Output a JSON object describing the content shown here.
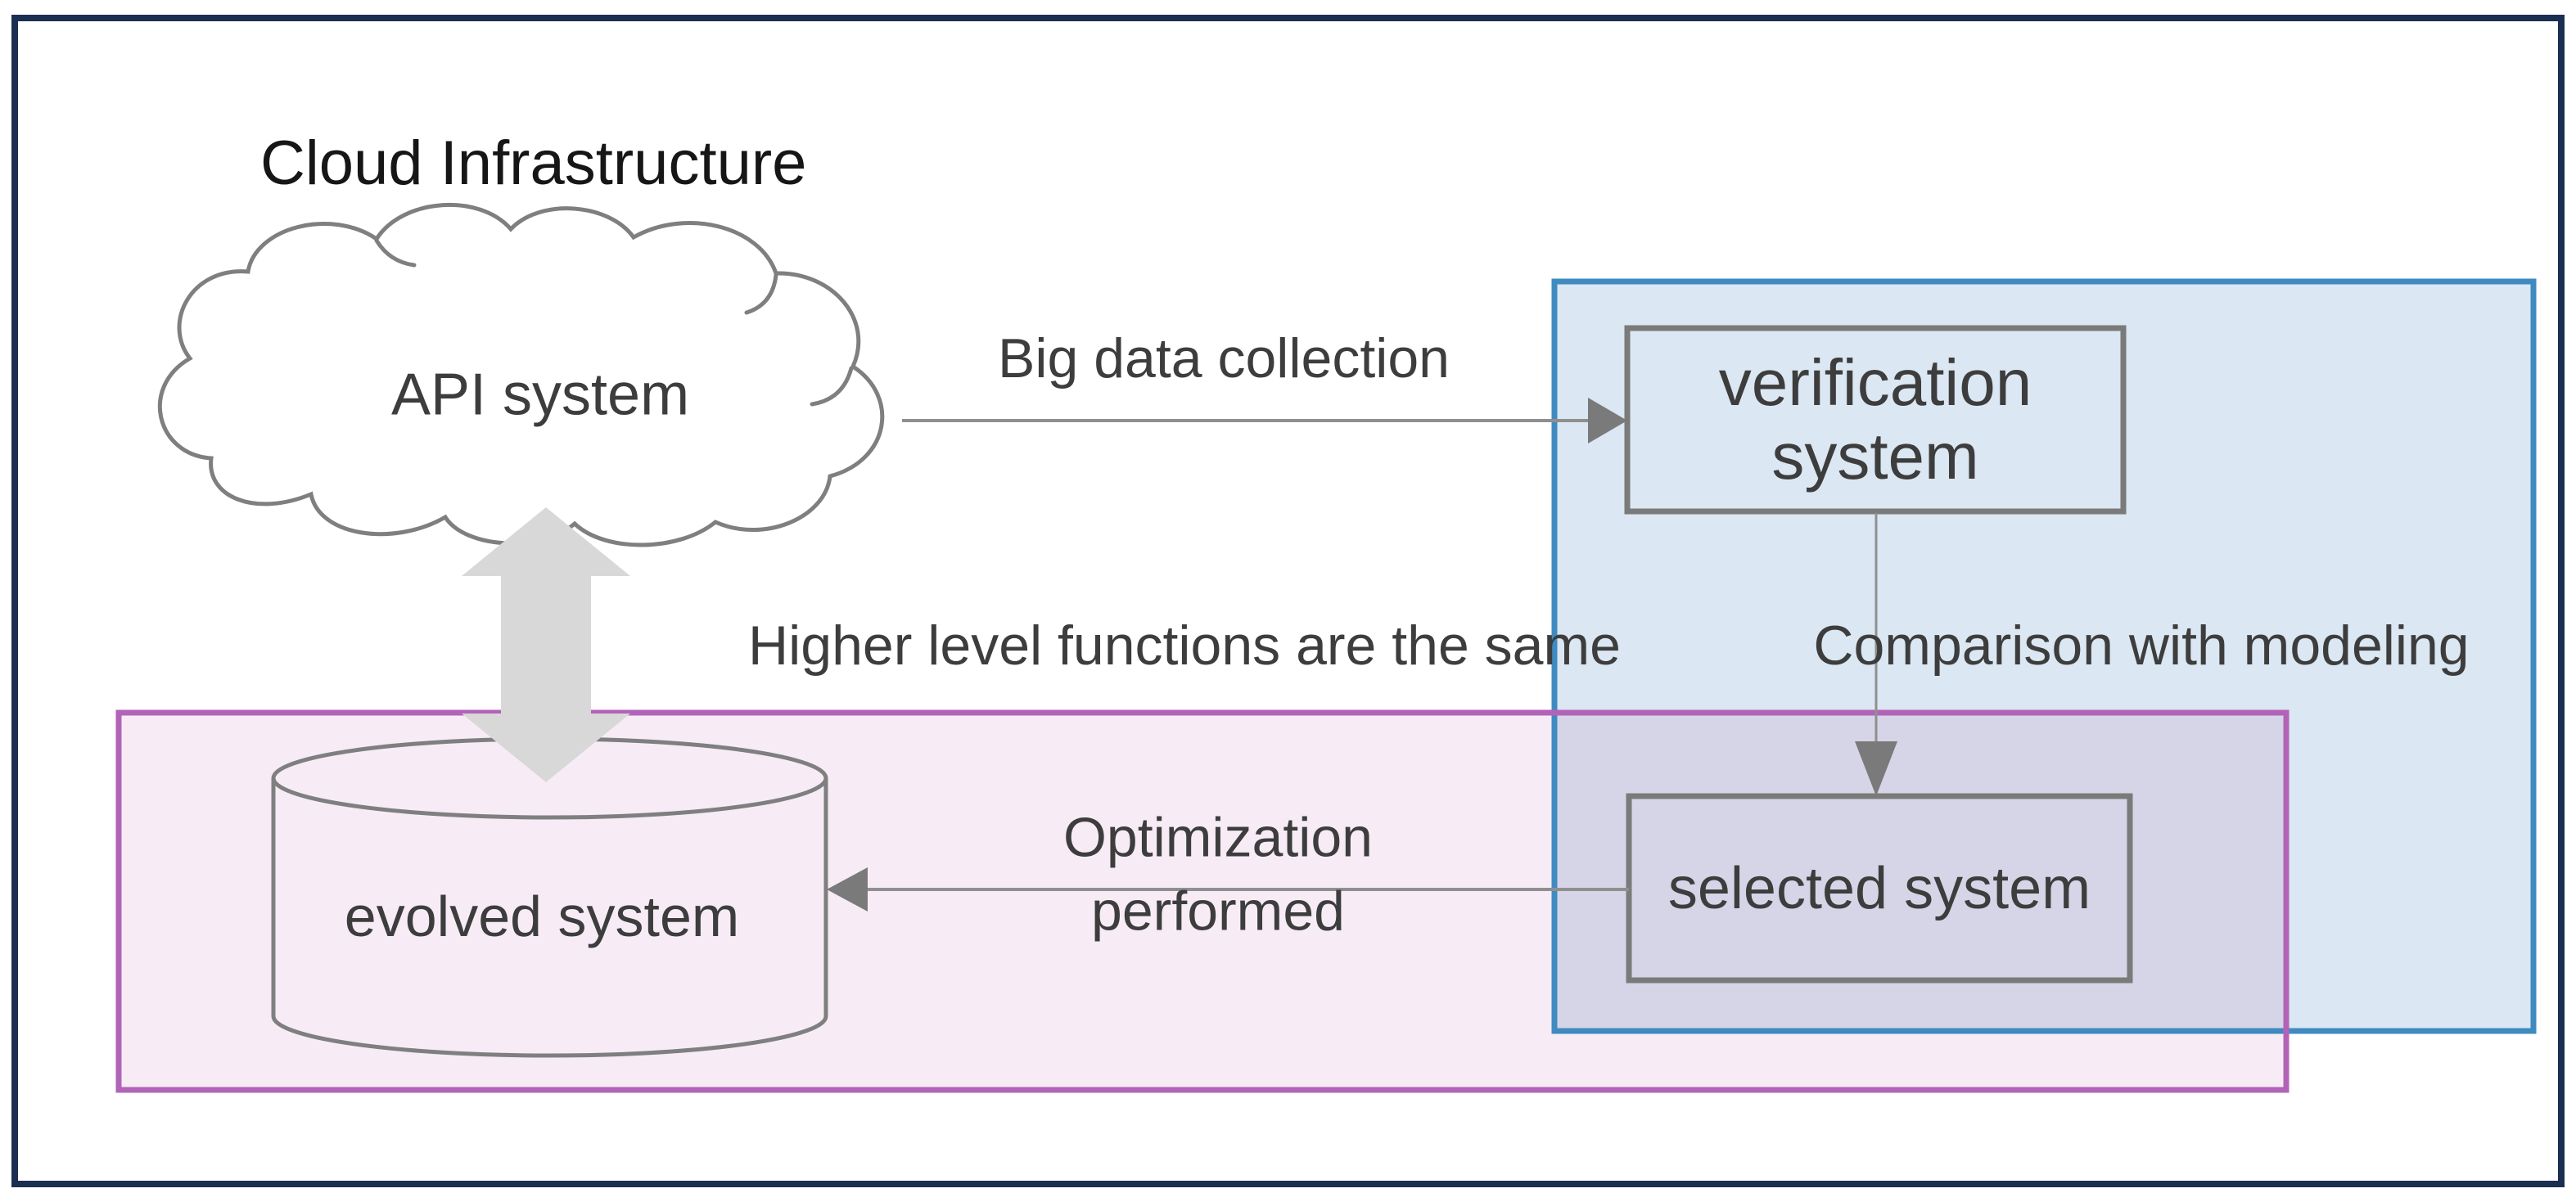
{
  "diagram": {
    "title": "Cloud Infrastructure",
    "nodes": {
      "api_system": "API system",
      "verification_system": "verification\nsystem",
      "selected_system": "selected system",
      "evolved_system": "evolved system"
    },
    "labels": {
      "big_data": "Big data collection",
      "comparison": "Comparison with modeling",
      "higher_level": "Higher level functions are the same",
      "optimization": "Optimization\nperformed"
    },
    "colors": {
      "frame_border": "#1c2e52",
      "blue_region_fill": "#dbe7f2",
      "blue_region_border": "#3f8ac0",
      "pink_region_fill": "#f7ecf6",
      "pink_region_border": "#b263b8",
      "overlap_fill": "#d6d5e7",
      "shape_outline": "#7f7f7f",
      "box_border": "#7a7a7a",
      "connector_line": "#8f8f8f",
      "arrowhead": "#7a7a7a",
      "thick_arrow_fill": "#d8d8d8",
      "cloud_fill": "#ffffff",
      "node_text": "#3d3d3d",
      "title_text": "#161616"
    }
  }
}
